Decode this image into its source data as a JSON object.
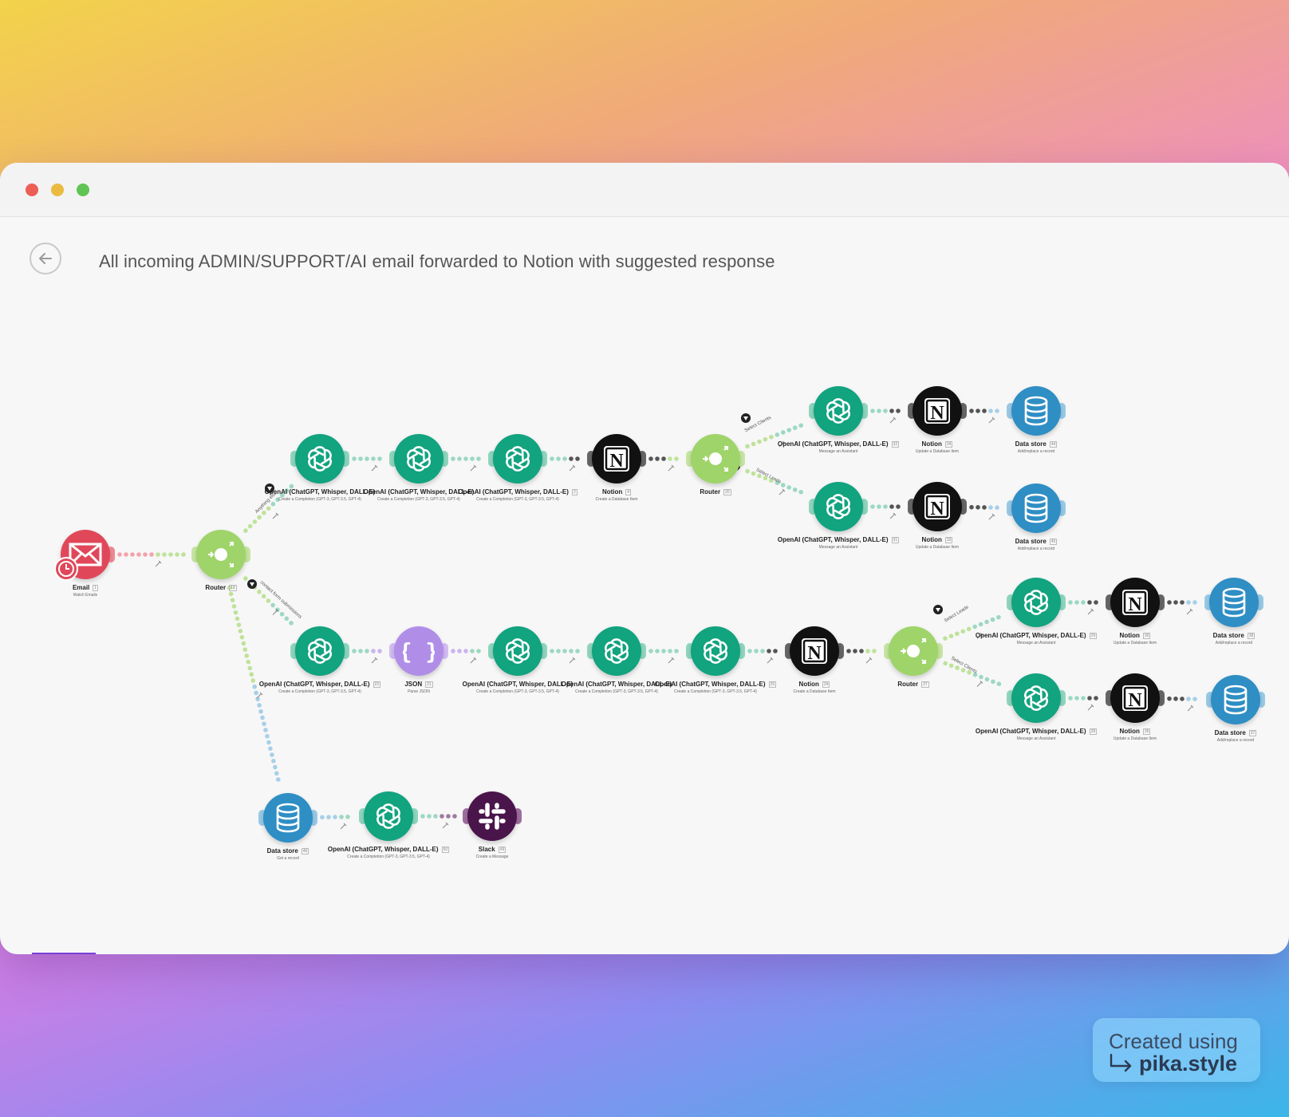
{
  "scenario": {
    "title": "All incoming ADMIN/SUPPORT/AI email forwarded to Notion with suggested response"
  },
  "window": {
    "controls": [
      "close",
      "minimize",
      "maximize"
    ]
  },
  "colors": {
    "openai": "#12a37f",
    "notion": "#111111",
    "router": "#9fd46a",
    "email": "#e0485a",
    "datastore": "#2f8ec4",
    "json": "#b08ee8",
    "slack": "#4a154b"
  },
  "route_labels": {
    "r1_top": "Select Clients",
    "r1_bottom": "Select Leads",
    "r0_top": "Anything else",
    "r0_mid": "contact form submissions",
    "r2_top": "Select Leads",
    "r2_bottom": "Select Clients"
  },
  "nodes": [
    {
      "id": "email",
      "type": "email",
      "name": "Email",
      "num": "1",
      "sub": "Watch Emails"
    },
    {
      "id": "router0",
      "type": "router",
      "name": "Router",
      "num": "18",
      "sub": ""
    },
    {
      "id": "oa1",
      "type": "openai",
      "name": "OpenAI (ChatGPT, Whisper, DALL-E)",
      "num": "",
      "sub": "Create a Completion (GPT-3, GPT-3.5, GPT-4)"
    },
    {
      "id": "oa2",
      "type": "openai",
      "name": "OpenAI (ChatGPT, Whisper, DALL-E)",
      "num": "",
      "sub": "Create a Completion (GPT-3, GPT-3.5, GPT-4)"
    },
    {
      "id": "oa3",
      "type": "openai",
      "name": "OpenAI (ChatGPT, Whisper, DALL-E)",
      "num": "2",
      "sub": "Create a Completion (GPT-3, GPT-3.5, GPT-4)"
    },
    {
      "id": "notion1",
      "type": "notion",
      "name": "Notion",
      "num": "4",
      "sub": "Create a Database Item"
    },
    {
      "id": "router1",
      "type": "router",
      "name": "Router",
      "num": "20",
      "sub": ""
    },
    {
      "id": "oa4",
      "type": "openai",
      "name": "OpenAI (ChatGPT, Whisper, DALL-E)",
      "num": "32",
      "sub": "Message an Assistant"
    },
    {
      "id": "notion2",
      "type": "notion",
      "name": "Notion",
      "num": "34",
      "sub": "Update a Database Item"
    },
    {
      "id": "ds1",
      "type": "datastore",
      "name": "Data store",
      "num": "44",
      "sub": "Add/replace a record"
    },
    {
      "id": "oa5",
      "type": "openai",
      "name": "OpenAI (ChatGPT, Whisper, DALL-E)",
      "num": "31",
      "sub": "Message an Assistant"
    },
    {
      "id": "notion3",
      "type": "notion",
      "name": "Notion",
      "num": "33",
      "sub": "Update a Database Item"
    },
    {
      "id": "ds2",
      "type": "datastore",
      "name": "Data store",
      "num": "45",
      "sub": "Add/replace a record"
    },
    {
      "id": "oa6",
      "type": "openai",
      "name": "OpenAI (ChatGPT, Whisper, DALL-E)",
      "num": "22",
      "sub": "Create a Completion (GPT-3, GPT-3.5, GPT-4)"
    },
    {
      "id": "json",
      "type": "json",
      "name": "JSON",
      "num": "21",
      "sub": "Parse JSON"
    },
    {
      "id": "oa7",
      "type": "openai",
      "name": "OpenAI (ChatGPT, Whisper, DALL-E)",
      "num": "",
      "sub": "Create a Completion (GPT-3, GPT-3.5, GPT-4)"
    },
    {
      "id": "oa8",
      "type": "openai",
      "name": "OpenAI (ChatGPT, Whisper, DALL-E)",
      "num": "",
      "sub": "Create a Completion (GPT-3, GPT-3.5, GPT-4)"
    },
    {
      "id": "oa9",
      "type": "openai",
      "name": "OpenAI (ChatGPT, Whisper, DALL-E)",
      "num": "25",
      "sub": "Create a Completion (GPT-3, GPT-3.5, GPT-4)"
    },
    {
      "id": "notion4",
      "type": "notion",
      "name": "Notion",
      "num": "24",
      "sub": "Create a Database Item"
    },
    {
      "id": "router2",
      "type": "router",
      "name": "Router",
      "num": "27",
      "sub": ""
    },
    {
      "id": "oa10",
      "type": "openai",
      "name": "OpenAI (ChatGPT, Whisper, DALL-E)",
      "num": "29",
      "sub": "Message an Assistant"
    },
    {
      "id": "notion5",
      "type": "notion",
      "name": "Notion",
      "num": "30",
      "sub": "Update a Database Item"
    },
    {
      "id": "ds3",
      "type": "datastore",
      "name": "Data store",
      "num": "38",
      "sub": "Add/replace a record"
    },
    {
      "id": "oa11",
      "type": "openai",
      "name": "OpenAI (ChatGPT, Whisper, DALL-E)",
      "num": "28",
      "sub": "Message an Assistant"
    },
    {
      "id": "notion6",
      "type": "notion",
      "name": "Notion",
      "num": "35",
      "sub": "Update a Database Item"
    },
    {
      "id": "ds4",
      "type": "datastore",
      "name": "Data store",
      "num": "37",
      "sub": "Add/replace a record"
    },
    {
      "id": "ds5",
      "type": "datastore",
      "name": "Data store",
      "num": "46",
      "sub": "Get a record"
    },
    {
      "id": "oa12",
      "type": "openai",
      "name": "OpenAI (ChatGPT, Whisper, DALL-E)",
      "num": "50",
      "sub": "Create a Completion (GPT-3, GPT-3.5, GPT-4)"
    },
    {
      "id": "slack",
      "type": "slack",
      "name": "Slack",
      "num": "49",
      "sub": "Create a Message"
    }
  ],
  "watermark": {
    "line1": "Created using",
    "line2": "pika.style"
  }
}
